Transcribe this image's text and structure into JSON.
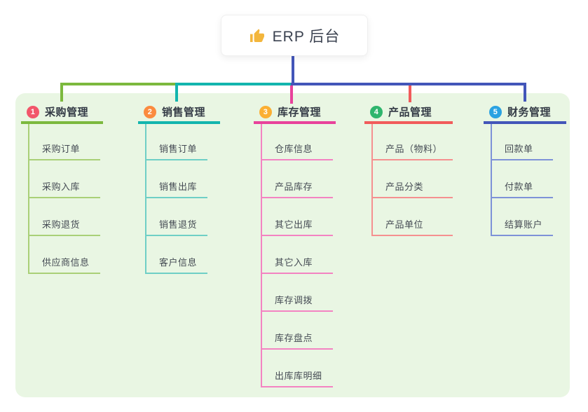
{
  "root": {
    "label": "ERP 后台",
    "icon": "thumbs-up-icon",
    "icon_color": "#f3b63c"
  },
  "canvas": {
    "background": "#ffffff",
    "panel_background": "#e9f6e3",
    "root_connector_color": "#4356b9"
  },
  "branches": [
    {
      "badge": "1",
      "label": "采购管理",
      "badge_color": "#f2566a",
      "line_color": "#7cb93e",
      "child_line_color": "#a9d077",
      "children": [
        "采购订单",
        "采购入库",
        "采购退货",
        "供应商信息"
      ]
    },
    {
      "badge": "2",
      "label": "销售管理",
      "badge_color": "#fb8b3f",
      "line_color": "#13b5ae",
      "child_line_color": "#6fcfc6",
      "children": [
        "销售订单",
        "销售出库",
        "销售退货",
        "客户信息"
      ]
    },
    {
      "badge": "3",
      "label": "库存管理",
      "badge_color": "#fbaf33",
      "line_color": "#e8429b",
      "child_line_color": "#f383c2",
      "children": [
        "仓库信息",
        "产品库存",
        "其它出库",
        "其它入库",
        "库存调拨",
        "库存盘点",
        "出库库明细"
      ]
    },
    {
      "badge": "4",
      "label": "产品管理",
      "badge_color": "#2fb56d",
      "line_color": "#f15b5b",
      "child_line_color": "#f59090",
      "children": [
        "产品（物料）",
        "产品分类",
        "产品单位"
      ]
    },
    {
      "badge": "5",
      "label": "财务管理",
      "badge_color": "#2ba2e2",
      "line_color": "#4356b9",
      "child_line_color": "#7e92d8",
      "children": [
        "回款单",
        "付款单",
        "结算账户"
      ]
    }
  ]
}
